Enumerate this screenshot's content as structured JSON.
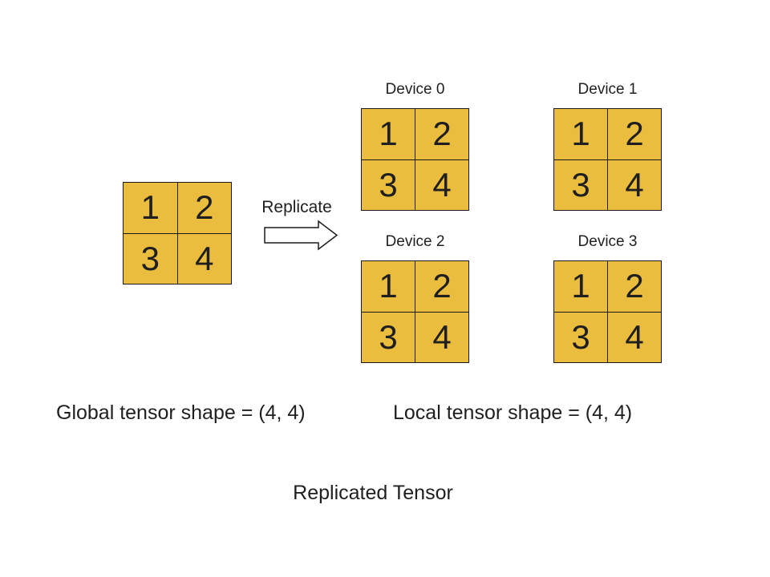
{
  "colors": {
    "cell_fill": "#ebbd3e",
    "cell_border": "#1a1a1a",
    "text": "#1f1f1f",
    "background": "#ffffff"
  },
  "global_tensor": {
    "values": [
      [
        "1",
        "2"
      ],
      [
        "3",
        "4"
      ]
    ]
  },
  "replicate": {
    "label": "Replicate"
  },
  "devices": [
    {
      "label": "Device 0",
      "values": [
        [
          "1",
          "2"
        ],
        [
          "3",
          "4"
        ]
      ]
    },
    {
      "label": "Device 1",
      "values": [
        [
          "1",
          "2"
        ],
        [
          "3",
          "4"
        ]
      ]
    },
    {
      "label": "Device 2",
      "values": [
        [
          "1",
          "2"
        ],
        [
          "3",
          "4"
        ]
      ]
    },
    {
      "label": "Device 3",
      "values": [
        [
          "1",
          "2"
        ],
        [
          "3",
          "4"
        ]
      ]
    }
  ],
  "captions": {
    "global_shape": "Global tensor shape = (4, 4)",
    "local_shape": "Local tensor shape = (4, 4)",
    "title": "Replicated Tensor"
  }
}
